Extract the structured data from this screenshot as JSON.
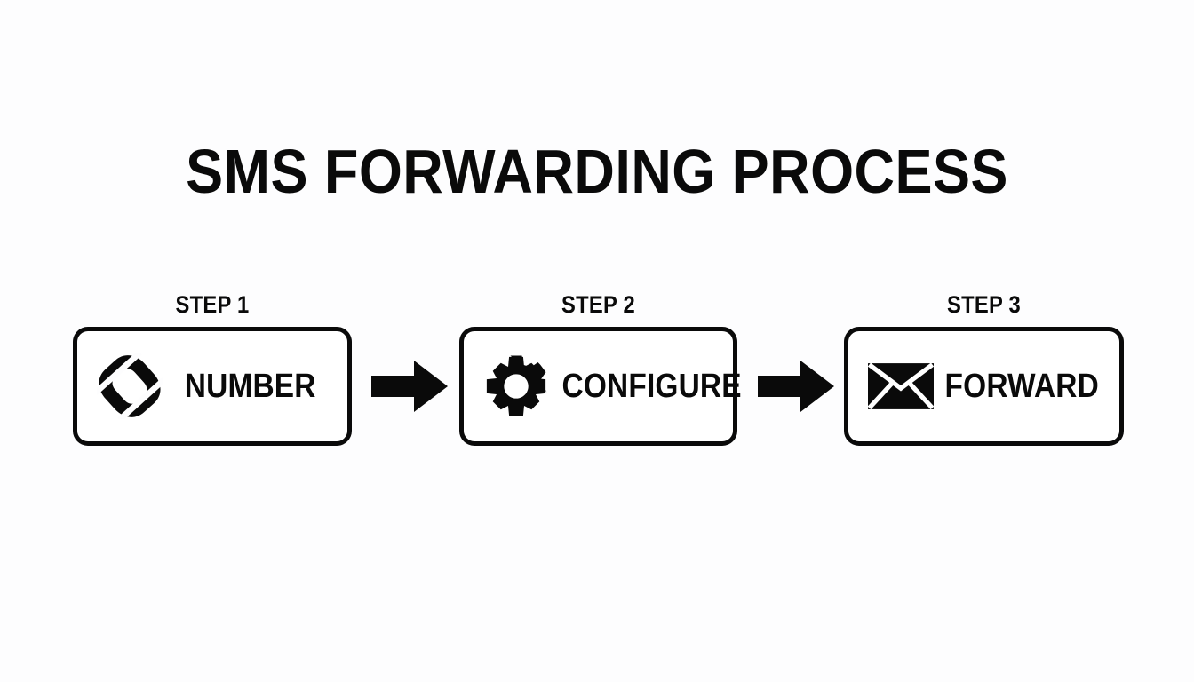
{
  "page": {
    "title": "SMS FORWARDING PROCESS",
    "background_color": "#fdfdfe",
    "ink_color": "#0a0a0a"
  },
  "diagram": {
    "type": "process-flow",
    "orientation": "horizontal",
    "steps": [
      {
        "step_label": "STEP 1",
        "text": "NUMBER",
        "icon": "phone-handset-icon"
      },
      {
        "step_label": "STEP 2",
        "text": "CONFIGURE",
        "icon": "gear-icon"
      },
      {
        "step_label": "STEP 3",
        "text": "FORWARD",
        "icon": "envelope-icon"
      }
    ],
    "connectors": [
      {
        "icon": "arrow-right-icon"
      },
      {
        "icon": "arrow-right-icon"
      }
    ]
  }
}
